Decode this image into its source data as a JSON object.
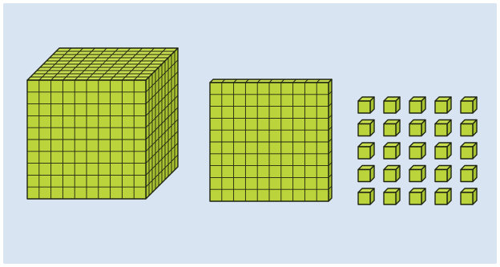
{
  "colors": {
    "background": "#d9e4f2",
    "face_front": "#bcd43c",
    "face_top": "#c9de4e",
    "face_side": "#a9c232",
    "edge": "#1e2412"
  },
  "blocks": {
    "thousand_cube": {
      "units_per_edge": 10,
      "count": 1
    },
    "hundred_flat": {
      "units_per_edge": 10,
      "count": 1
    },
    "unit_cubes": {
      "rows": 5,
      "columns": 5,
      "count": 25
    }
  }
}
